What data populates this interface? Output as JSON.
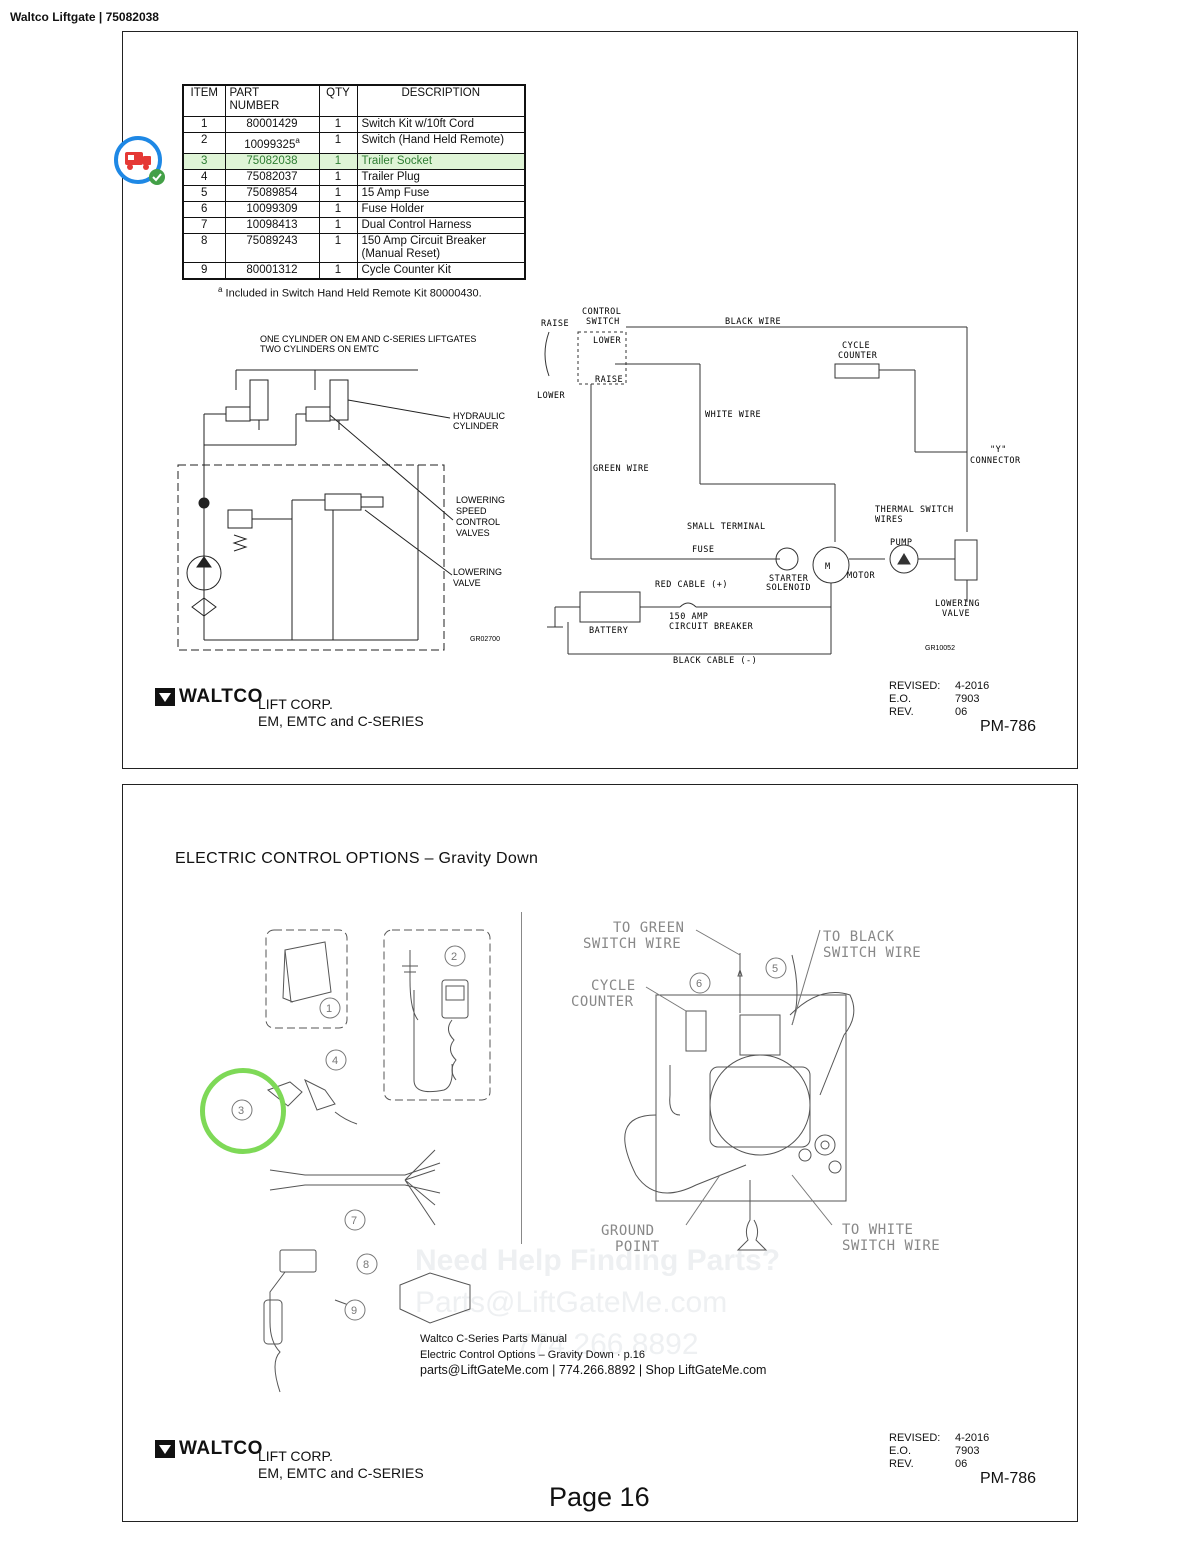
{
  "document": {
    "title": "Waltco Liftgate | 75082038"
  },
  "parts_table": {
    "headers": {
      "item": "ITEM",
      "part_number": "PART\nNUMBER",
      "qty": "QTY",
      "description": "DESCRIPTION"
    },
    "rows": [
      {
        "item": "1",
        "part": "80001429",
        "qty": "1",
        "desc": "Switch Kit w/10ft Cord"
      },
      {
        "item": "2",
        "part": "10099325",
        "sup": "a",
        "qty": "1",
        "desc": "Switch (Hand Held Remote)"
      },
      {
        "item": "3",
        "part": "75082038",
        "qty": "1",
        "desc": "Trailer Socket",
        "highlight": true
      },
      {
        "item": "4",
        "part": "75082037",
        "qty": "1",
        "desc": "Trailer Plug"
      },
      {
        "item": "5",
        "part": "75089854",
        "qty": "1",
        "desc": "15 Amp Fuse"
      },
      {
        "item": "6",
        "part": "10099309",
        "qty": "1",
        "desc": "Fuse Holder"
      },
      {
        "item": "7",
        "part": "10098413",
        "qty": "1",
        "desc": "Dual Control Harness"
      },
      {
        "item": "8",
        "part": "75089243",
        "qty": "1",
        "desc": "150 Amp Circuit Breaker\n(Manual Reset)"
      },
      {
        "item": "9",
        "part": "80001312",
        "qty": "1",
        "desc": "Cycle Counter Kit"
      }
    ],
    "footnote_mark": "a",
    "footnote": "Included in Switch Hand Held Remote Kit 80000430."
  },
  "hydraulic": {
    "note_line1": "ONE CYLINDER ON EM AND C-SERIES LIFTGATES",
    "note_line2": "TWO CYLINDERS ON EMTC",
    "hydraulic_cylinder": [
      "HYDRAULIC",
      "CYLINDER"
    ],
    "lowering_speed": [
      "LOWERING",
      "SPEED",
      "CONTROL",
      "VALVES"
    ],
    "lowering_valve": [
      "LOWERING",
      "VALVE"
    ],
    "ref": "GR02700"
  },
  "electrical": {
    "control_switch": [
      "CONTROL",
      "SWITCH"
    ],
    "raise": "RAISE",
    "lower": "LOWER",
    "sw_lower": "LOWER",
    "sw_raise": "RAISE",
    "black_wire": "BLACK WIRE",
    "cycle_counter": [
      "CYCLE",
      "COUNTER"
    ],
    "white_wire": "WHITE WIRE",
    "y_connector": [
      "\"Y\"",
      "CONNECTOR"
    ],
    "green_wire": "GREEN WIRE",
    "thermal": [
      "THERMAL SWITCH",
      "WIRES"
    ],
    "small_terminal": "SMALL TERMINAL",
    "fuse": "FUSE",
    "pump": "PUMP",
    "red_cable": "RED CABLE (+)",
    "starter": [
      "STARTER",
      "SOLENOID"
    ],
    "motor": "MOTOR",
    "motor_symbol": "M",
    "battery": "BATTERY",
    "breaker": [
      "150 AMP",
      "CIRCUIT BREAKER"
    ],
    "lowering_valve": [
      "LOWERING",
      "VALVE"
    ],
    "black_cable": "BLACK CABLE (-)",
    "ref": "GR10052"
  },
  "footer1": {
    "brand": "WALTCO",
    "company": "LIFT CORP.",
    "series": "EM, EMTC and C-SERIES",
    "revised_label": "REVISED:",
    "revised": "4-2016",
    "eo_label": "E.O.",
    "eo": "7903",
    "rev_label": "REV.",
    "rev": "06",
    "pm": "PM-786"
  },
  "section2": {
    "heading": "ELECTRIC CONTROL OPTIONS – Gravity Down",
    "callouts": [
      "1",
      "2",
      "3",
      "4",
      "5",
      "6",
      "7",
      "8",
      "9"
    ],
    "to_green": [
      "TO GREEN",
      "SWITCH WIRE"
    ],
    "to_black": [
      "TO BLACK",
      "SWITCH WIRE"
    ],
    "cycle_counter": [
      "CYCLE",
      "COUNTER"
    ],
    "ground": [
      "GROUND",
      "POINT"
    ],
    "to_white": [
      "TO WHITE",
      "SWITCH WIRE"
    ],
    "watermark": [
      "Need Help Finding Parts?",
      "Parts@LiftGateMe.com",
      "774.266.8892"
    ],
    "manual_line1": "Waltco C-Series Parts Manual",
    "manual_line2": "Electric Control Options – Gravity Down · p.16",
    "contact": "parts@LiftGateMe.com | 774.266.8892 | Shop LiftGateMe.com"
  },
  "footer2": {
    "brand": "WALTCO",
    "company": "LIFT CORP.",
    "series": "EM, EMTC and C-SERIES",
    "revised_label": "REVISED:",
    "revised": "4-2016",
    "eo_label": "E.O.",
    "eo": "7903",
    "rev_label": "REV.",
    "rev": "06",
    "pm": "PM-786"
  },
  "page": {
    "label": "Page 16"
  },
  "colors": {
    "highlight_bg": "#dff4d6",
    "highlight_text": "#2e7d32",
    "badge_blue": "#1e88e5",
    "badge_red": "#e53935",
    "ring_green": "#7ed957"
  }
}
